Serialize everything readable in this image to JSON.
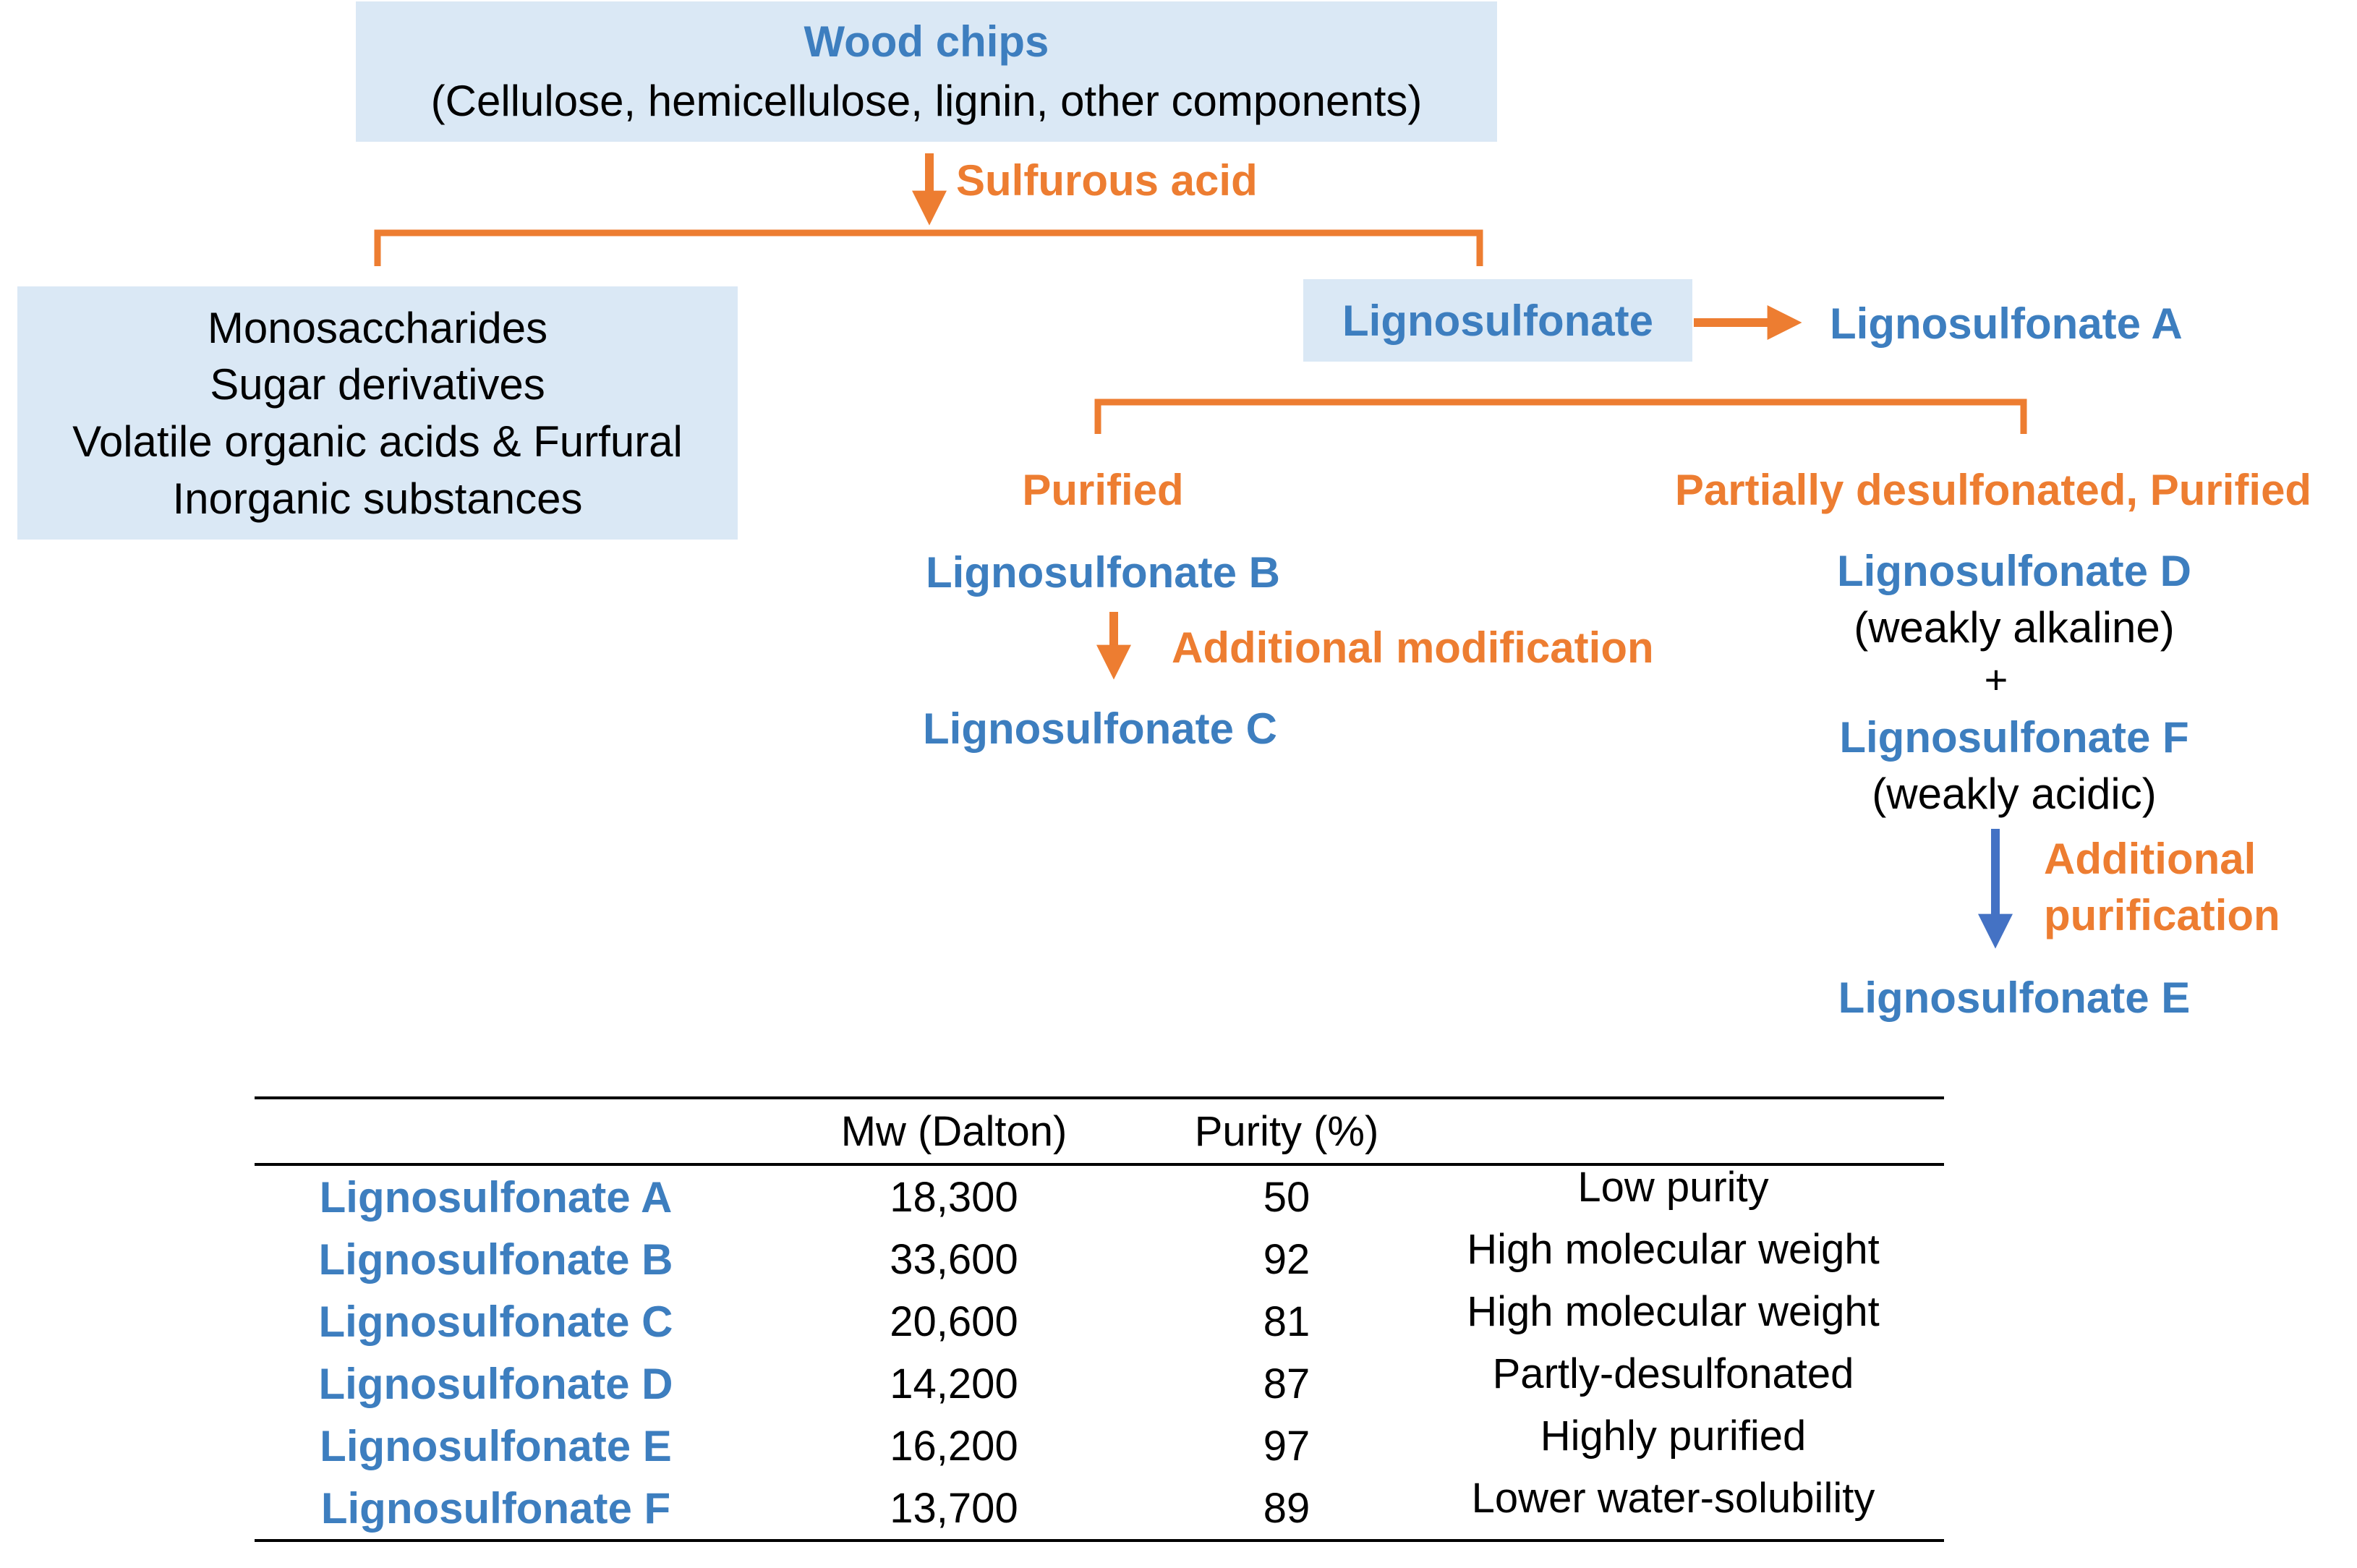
{
  "colors": {
    "blue": "#3d7ebf",
    "orange": "#ed7d31",
    "box_fill": "#dae8f5",
    "arrow_blue": "#4472c4"
  },
  "top": {
    "title": "Wood chips",
    "subtitle": "(Cellulose, hemicellulose, lignin, other components)",
    "step_label": "Sulfurous acid"
  },
  "left_box": {
    "items": [
      "Monosaccharides",
      "Sugar derivatives",
      "Volatile organic acids & Furfural",
      "Inorganic substances"
    ]
  },
  "lignosulfonate": {
    "label": "Lignosulfonate",
    "product_a": "Lignosulfonate A"
  },
  "branch_left": {
    "label": "Purified",
    "product_b": "Lignosulfonate B",
    "step_label": "Additional modification",
    "product_c": "Lignosulfonate C"
  },
  "branch_right": {
    "label": "Partially desulfonated, Purified",
    "product_d": "Lignosulfonate D",
    "d_note": "(weakly alkaline)",
    "plus": "+",
    "product_f": "Lignosulfonate F",
    "f_note": "(weakly acidic)",
    "step_label_line1": "Additional",
    "step_label_line2": "purification",
    "product_e": "Lignosulfonate E"
  },
  "table": {
    "headers": [
      "",
      "Mw (Dalton)",
      "Purity (%)",
      ""
    ],
    "rows": [
      {
        "name": "Lignosulfonate A",
        "mw": "18,300",
        "purity": "50",
        "note": "Low purity"
      },
      {
        "name": "Lignosulfonate B",
        "mw": "33,600",
        "purity": "92",
        "note": "High molecular weight"
      },
      {
        "name": "Lignosulfonate C",
        "mw": "20,600",
        "purity": "81",
        "note": "High molecular weight"
      },
      {
        "name": "Lignosulfonate D",
        "mw": "14,200",
        "purity": "87",
        "note": "Partly-desulfonated"
      },
      {
        "name": "Lignosulfonate E",
        "mw": "16,200",
        "purity": "97",
        "note": "Highly purified"
      },
      {
        "name": "Lignosulfonate F",
        "mw": "13,700",
        "purity": "89",
        "note": "Lower water-solubility"
      }
    ]
  }
}
